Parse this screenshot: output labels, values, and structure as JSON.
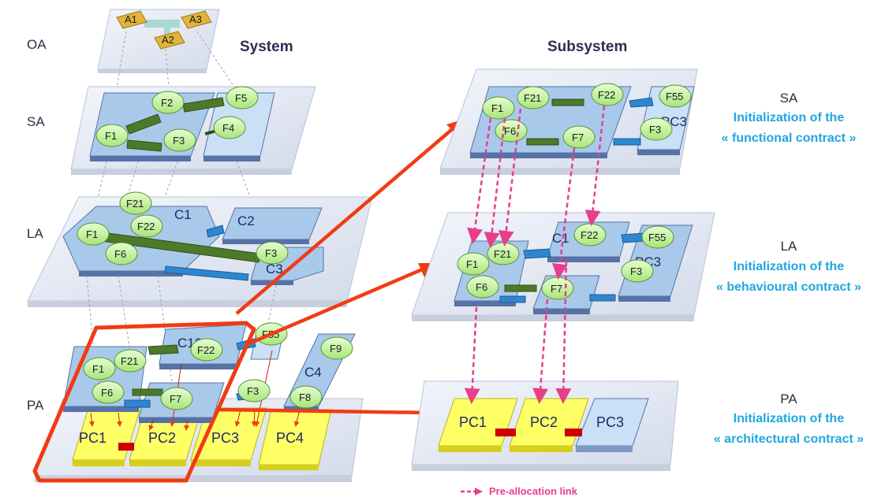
{
  "columns": {
    "system": "System",
    "subsystem": "Subsystem"
  },
  "layers_left": [
    "OA",
    "SA",
    "LA",
    "PA"
  ],
  "layers_right": [
    {
      "name": "SA",
      "line1": "Initialization  of the",
      "line2": "« functional  contract »"
    },
    {
      "name": "LA",
      "line1": "Initialization  of the",
      "line2": "« behavioural  contract »"
    },
    {
      "name": "PA",
      "line1": "Initialization  of the",
      "line2": "« architectural  contract »"
    }
  ],
  "oa": {
    "actors": [
      "A1",
      "A3",
      "A2"
    ]
  },
  "sys_sa": {
    "functions": [
      "F1",
      "F2",
      "F3",
      "F4",
      "F5"
    ]
  },
  "sys_la": {
    "components": [
      "C1",
      "C2",
      "C3"
    ],
    "functions": [
      "F21",
      "F1",
      "F22",
      "F6",
      "F3"
    ]
  },
  "sys_pa": {
    "components": [
      "C12",
      "C4"
    ],
    "functions": [
      "F1",
      "F21",
      "F22",
      "F6",
      "F7",
      "F55",
      "F3",
      "F8",
      "F9"
    ],
    "nodes": [
      "PC1",
      "PC2",
      "PC3",
      "PC4"
    ]
  },
  "sub_sa": {
    "component": "PC3",
    "functions": [
      "F1",
      "F21",
      "F22",
      "F55",
      "F6",
      "F7",
      "F3"
    ]
  },
  "sub_la": {
    "components": [
      "C1",
      "PC3"
    ],
    "functions": [
      "F1",
      "F21",
      "F22",
      "F55",
      "F6",
      "F7",
      "F3"
    ]
  },
  "sub_pa": {
    "nodes": [
      "PC1",
      "PC2",
      "PC3"
    ]
  },
  "legend": {
    "label": "Pre-allocation link"
  },
  "colors": {
    "highlight": "#f03c14",
    "prealloc": "#e83e8c",
    "init_text": "#1fa7e0",
    "function_fill": "#c9f3a8",
    "component_fill": "#b7d4ef",
    "node_fill": "#ffff66"
  }
}
